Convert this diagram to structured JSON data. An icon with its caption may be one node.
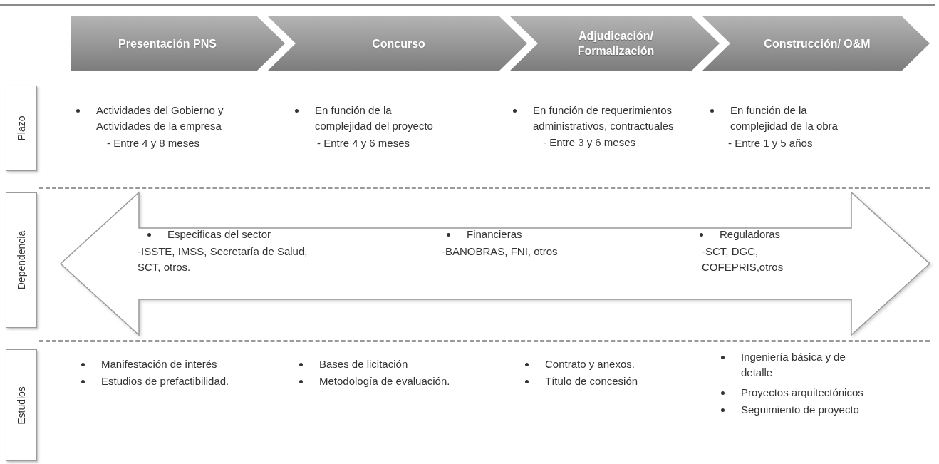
{
  "diagram": {
    "nodes": [
      {
        "text": [
          "Presentación PNS"
        ]
      },
      {
        "text": [
          "Concurso"
        ]
      },
      {
        "text": [
          "Adjudicación/ Formalización"
        ]
      },
      {
        "text": [
          "Construcción/ O&M"
        ]
      },
      {
        "text": [
          "Plazo"
        ]
      },
      {
        "text": [
          "Dependencia"
        ]
      },
      {
        "text": [
          "Estudios"
        ]
      },
      {
        "text": [
          "Especificas del sector",
          "-ISSTE, IMSS, Secretaría de Salud, SCT, otros.",
          "Financieras",
          "-BANOBRAS, FNI, otros",
          "Reguladoras",
          "-SCT, DGC, COFEPRIS,otros"
        ]
      }
    ],
    "labels": [
      "Actividades del Gobierno y Actividades de la empresa",
      "- Entre 4 y 8 meses",
      "En función de la complejidad del proyecto",
      "- Entre 4 y 6 meses",
      "En función de requerimientos administrativos, contractuales",
      "- Entre 3 y 6 meses",
      "En función de la complejidad de la obra",
      "- Entre 1 y 5 años",
      "Manifestación de interés",
      "Estudios de prefactibilidad.",
      "Bases de licitación",
      "Metodología de evaluación.",
      "Contrato y anexos.",
      "Título de concesión",
      "Ingeniería básica y de detalle",
      "Proyectos arquitectónicos",
      "Seguimiento de proyecto"
    ]
  }
}
